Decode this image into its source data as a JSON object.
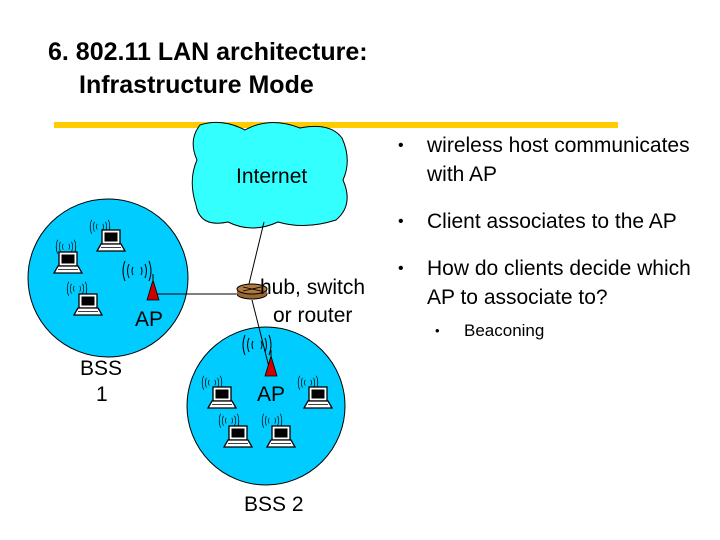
{
  "title": {
    "line1": "6. 802.11 LAN architecture:",
    "line2": "Infrastructure Mode"
  },
  "diagram": {
    "internet_label": "Internet",
    "hub_label_line1": "hub, switch",
    "hub_label_line2": "or router",
    "ap1_label": "AP",
    "ap2_label": "AP",
    "bss1_label_line1": "BSS",
    "bss1_label_line2": "1",
    "bss2_label": "BSS 2",
    "colors": {
      "cell": "#00ccff",
      "cloud": "#33ffff",
      "ap": "#cc0000",
      "hub": "#996633",
      "rule": "#ffcc00"
    }
  },
  "bullets": [
    {
      "text": "wireless host communicates with AP"
    },
    {
      "text": "Client associates to the AP"
    },
    {
      "text": "How do clients decide which AP to associate to?"
    }
  ],
  "sub_bullets": [
    {
      "text": "Beaconing"
    }
  ]
}
